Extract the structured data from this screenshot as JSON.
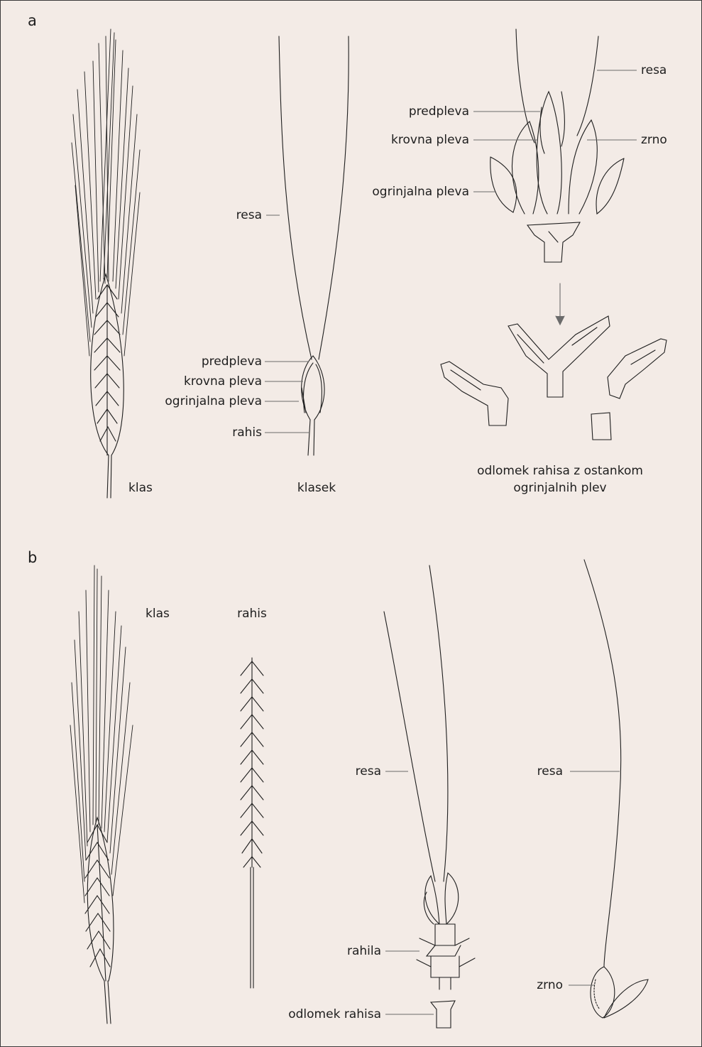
{
  "panel_a": {
    "letter": "a",
    "ear_label": "klas",
    "spikelet_label": "klasek",
    "spikelet_callouts": {
      "awn": "resa",
      "palea": "predpleva",
      "lemma": "krovna pleva",
      "glume": "ogrinjalna pleva",
      "rachis": "rahis"
    },
    "dissection_callouts": {
      "awn": "resa",
      "palea": "predpleva",
      "lemma": "krovna pleva",
      "grain": "zrno",
      "glume": "ogrinjalna pleva"
    },
    "fragment_caption_line1": "odlomek rahisa z ostankom",
    "fragment_caption_line2": "ogrinjalnih plev"
  },
  "panel_b": {
    "letter": "b",
    "ear_label": "klas",
    "rachis_label": "rahis",
    "spikelet_callouts": {
      "awn": "resa",
      "rachilla": "rahila",
      "rachis_fragment": "odlomek rahisa"
    },
    "grain_callouts": {
      "awn": "resa",
      "grain": "zrno"
    }
  },
  "colors": {
    "background": "#f3ebe6",
    "ink": "#1e1e1e",
    "leader": "#6b6b6b"
  }
}
